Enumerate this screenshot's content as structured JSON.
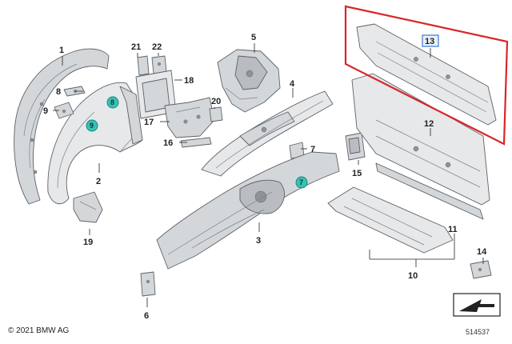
{
  "copyright": "© 2021 BMW AG",
  "doc_number": "514537",
  "callouts": {
    "c1": "1",
    "c2": "2",
    "c3": "3",
    "c4": "4",
    "c5": "5",
    "c6": "6",
    "c7": "7",
    "c8": "8",
    "c9": "9",
    "c10": "10",
    "c11": "11",
    "c12": "12",
    "c13": "13",
    "c14": "14",
    "c15": "15",
    "c16": "16",
    "c17": "17",
    "c18": "18",
    "c19": "19",
    "c20": "20",
    "c21": "21",
    "c22": "22"
  },
  "markers": {
    "m7": "7",
    "m8": "8",
    "m9": "9"
  },
  "highlight": {
    "part": "13",
    "frame_color": "#d9262a",
    "box_color": "#3a7bd5"
  },
  "marker_color": "#36c2b4",
  "icons": {
    "direction": "arrow-direction-icon"
  }
}
